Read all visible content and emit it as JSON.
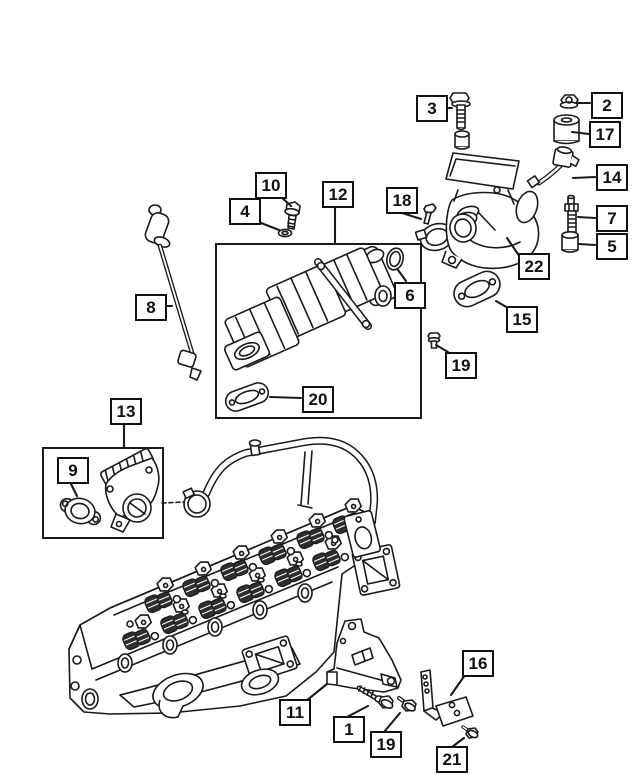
{
  "diagram": {
    "kind": "engine-parts-line-diagram",
    "colors": {
      "background": "#ffffff",
      "line": "#1a1a1a",
      "spring_fill": "#2e2e2e"
    }
  },
  "callouts": [
    {
      "label": "3"
    },
    {
      "label": "2"
    },
    {
      "label": "17"
    },
    {
      "label": "14"
    },
    {
      "label": "7"
    },
    {
      "label": "5"
    },
    {
      "label": "10"
    },
    {
      "label": "4"
    },
    {
      "label": "12"
    },
    {
      "label": "18"
    },
    {
      "label": "22"
    },
    {
      "label": "6"
    },
    {
      "label": "15"
    },
    {
      "label": "19"
    },
    {
      "label": "8"
    },
    {
      "label": "20"
    },
    {
      "label": "13"
    },
    {
      "label": "9"
    },
    {
      "label": "11"
    },
    {
      "label": "1"
    },
    {
      "label": "19"
    },
    {
      "label": "16"
    },
    {
      "label": "21"
    }
  ]
}
